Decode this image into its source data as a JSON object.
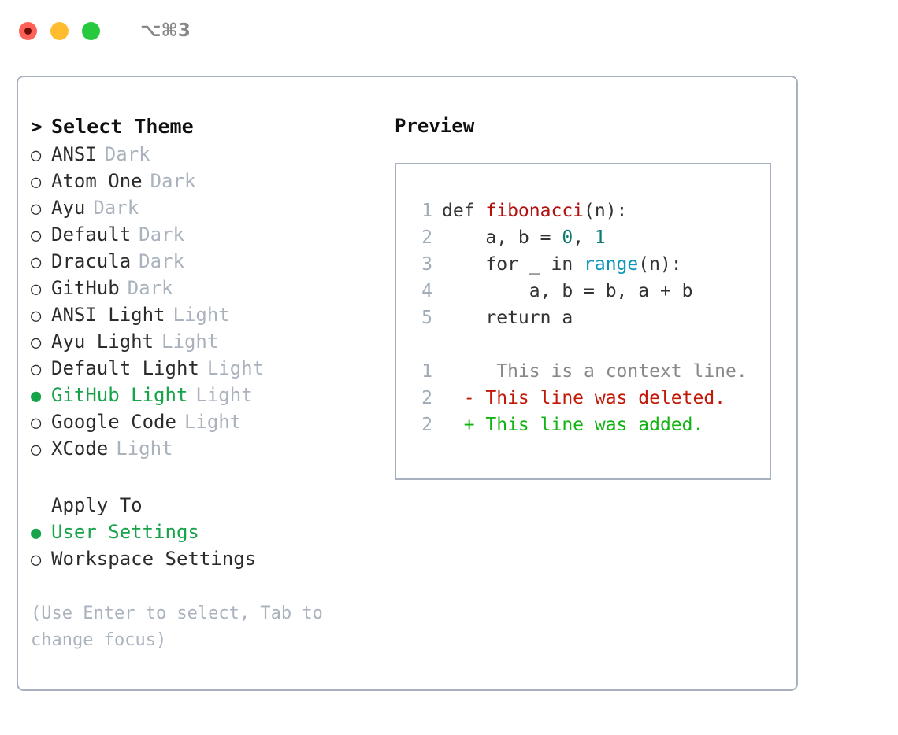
{
  "titlebar": {
    "shortcut": "⌥⌘3",
    "dots": [
      "close-red",
      "minimize-yellow",
      "maximize-green"
    ]
  },
  "left": {
    "prompt_marker": ">",
    "header": "Select Theme",
    "bullet_empty": "○",
    "bullet_filled": "●",
    "themes": [
      {
        "name": "ANSI",
        "variant": "Dark",
        "selected": false
      },
      {
        "name": "Atom One",
        "variant": "Dark",
        "selected": false
      },
      {
        "name": "Ayu",
        "variant": "Dark",
        "selected": false
      },
      {
        "name": "Default",
        "variant": "Dark",
        "selected": false
      },
      {
        "name": "Dracula",
        "variant": "Dark",
        "selected": false
      },
      {
        "name": "GitHub",
        "variant": "Dark",
        "selected": false
      },
      {
        "name": "ANSI Light",
        "variant": "Light",
        "selected": false
      },
      {
        "name": "Ayu Light",
        "variant": "Light",
        "selected": false
      },
      {
        "name": "Default Light",
        "variant": "Light",
        "selected": false
      },
      {
        "name": "GitHub Light",
        "variant": "Light",
        "selected": true
      },
      {
        "name": "Google Code",
        "variant": "Light",
        "selected": false
      },
      {
        "name": "XCode",
        "variant": "Light",
        "selected": false
      }
    ],
    "apply_to_header": "Apply To",
    "apply_to_options": [
      {
        "name": "User Settings",
        "selected": true
      },
      {
        "name": "Workspace Settings",
        "selected": false
      }
    ],
    "hint": "(Use Enter to select, Tab to change focus)"
  },
  "right": {
    "preview_title": "Preview",
    "code_lines": [
      {
        "n": "1",
        "tokens": [
          {
            "t": "def ",
            "c": "code-text"
          },
          {
            "t": "fibonacci",
            "c": "tok-fn"
          },
          {
            "t": "(n):",
            "c": "code-text"
          }
        ]
      },
      {
        "n": "2",
        "tokens": [
          {
            "t": "    a, b = ",
            "c": "code-text"
          },
          {
            "t": "0",
            "c": "tok-num"
          },
          {
            "t": ", ",
            "c": "code-text"
          },
          {
            "t": "1",
            "c": "tok-num"
          }
        ]
      },
      {
        "n": "3",
        "tokens": [
          {
            "t": "    for _ in ",
            "c": "code-text"
          },
          {
            "t": "range",
            "c": "tok-builtin"
          },
          {
            "t": "(n):",
            "c": "code-text"
          }
        ]
      },
      {
        "n": "4",
        "tokens": [
          {
            "t": "        a, b = b, a + b",
            "c": "code-text"
          }
        ]
      },
      {
        "n": "5",
        "tokens": [
          {
            "t": "    return a",
            "c": "code-text"
          }
        ]
      }
    ],
    "diff_lines": [
      {
        "n": "1",
        "marker": " ",
        "text": "  This is a context line.",
        "kind": "diff-ctx"
      },
      {
        "n": "2",
        "marker": "-",
        "text": " This line was deleted.",
        "kind": "diff-del"
      },
      {
        "n": "2",
        "marker": "+",
        "text": " This line was added.",
        "kind": "diff-add"
      }
    ]
  },
  "colors": {
    "accent_green": "#16a34a",
    "border": "#a7b1bf",
    "muted": "#a9b2bd",
    "diff_add": "#12b312",
    "diff_del": "#c21807",
    "fn": "#b01010",
    "num": "#0f7a70",
    "builtin": "#0a95bd"
  }
}
